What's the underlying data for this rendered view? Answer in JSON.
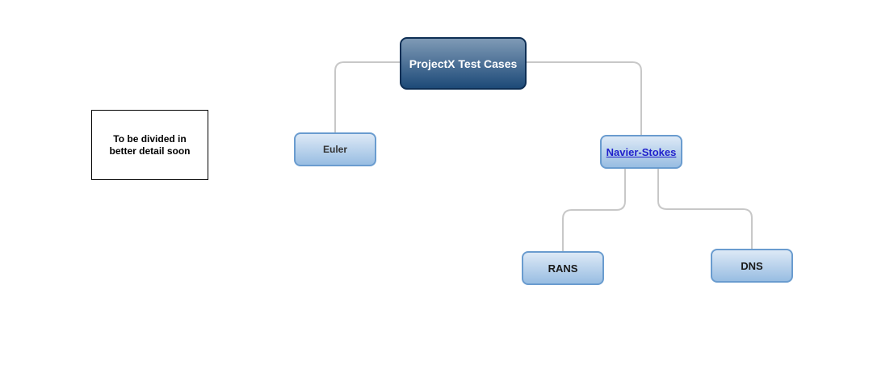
{
  "diagram": {
    "root": {
      "label": "ProjectX Test Cases"
    },
    "children": [
      {
        "label": "Euler"
      },
      {
        "label": "Navier-Stokes"
      }
    ],
    "grandchildren": [
      {
        "label": "RANS"
      },
      {
        "label": "DNS"
      }
    ],
    "note": {
      "text": "To be divided in better detail soon"
    }
  },
  "colors": {
    "connector": "#c8c8c8",
    "root_fill_top": "#7f9ab6",
    "root_fill_bottom": "#1d4a78",
    "child_fill_top": "#dde9f6",
    "child_fill_bottom": "#98bde2",
    "child_border": "#6a9ccf",
    "link": "#1f1fcc"
  }
}
